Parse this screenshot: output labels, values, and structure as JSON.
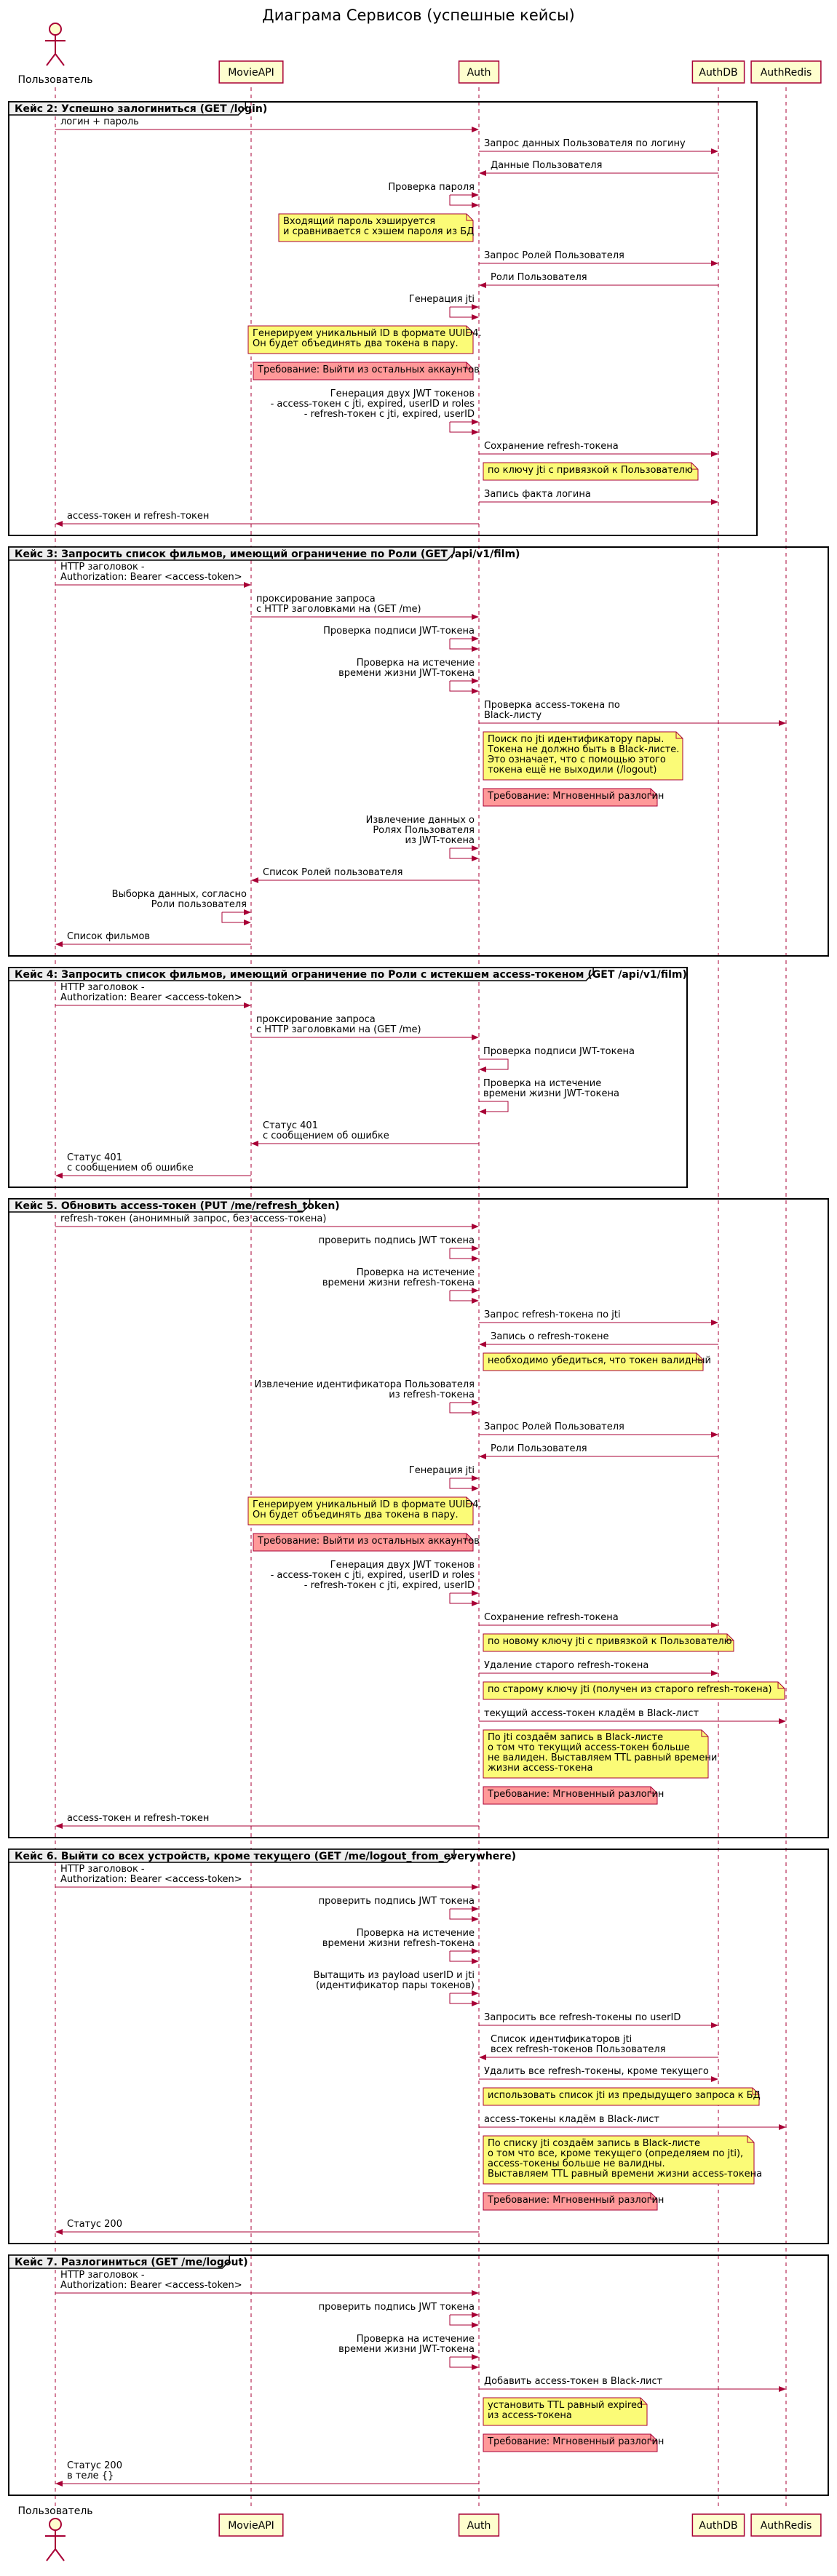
{
  "title": "Диаграма Сервисов (успешные кейсы)",
  "colors": {
    "line": "#A80036",
    "participant_fill": "#FEFECE",
    "note_yellow": "#FBFB77",
    "note_red": "#FF9999",
    "group_tab": "#EEEEEE"
  },
  "participants": [
    {
      "id": "user",
      "label": "Пользователь",
      "kind": "actor"
    },
    {
      "id": "movie",
      "label": "MovieAPI",
      "kind": "box"
    },
    {
      "id": "auth",
      "label": "Auth",
      "kind": "box"
    },
    {
      "id": "db",
      "label": "AuthDB",
      "kind": "box"
    },
    {
      "id": "redis",
      "label": "AuthRedis",
      "kind": "box"
    }
  ],
  "groups": [
    {
      "title": "Кейс 2: Успешно залогиниться (GET /login)",
      "items": [
        {
          "t": "m",
          "from": "user",
          "to": "auth",
          "text": [
            "логин + пароль"
          ]
        },
        {
          "t": "m",
          "from": "auth",
          "to": "db",
          "text": [
            "Запрос данных Пользователя по логину"
          ]
        },
        {
          "t": "m",
          "from": "db",
          "to": "auth",
          "text": [
            "Данные Пользователя"
          ]
        },
        {
          "t": "s",
          "at": "auth",
          "text": [
            "Проверка пароля"
          ]
        },
        {
          "t": "n",
          "side": "left",
          "color": "yellow",
          "text": [
            "Входящий пароль хэшируется",
            "и сравнивается с хэшем пароля из БД"
          ]
        },
        {
          "t": "m",
          "from": "auth",
          "to": "db",
          "text": [
            "Запрос Ролей Пользователя"
          ]
        },
        {
          "t": "m",
          "from": "db",
          "to": "auth",
          "text": [
            "Роли Пользователя"
          ]
        },
        {
          "t": "s",
          "at": "auth",
          "text": [
            "Генерация jti"
          ]
        },
        {
          "t": "n",
          "side": "left",
          "color": "yellow",
          "text": [
            "Генерируем уникальный ID в формате UUID4.",
            "Он будет объединять два токена в пару."
          ]
        },
        {
          "t": "n",
          "side": "left",
          "color": "red",
          "text": [
            "Требование: Выйти из остальных аккаунтов"
          ]
        },
        {
          "t": "s",
          "at": "auth",
          "text": [
            "Генерация двух JWT токенов",
            "  - access-токен с jti, expired, userID и roles",
            "  - refresh-токен с jti, expired, userID"
          ]
        },
        {
          "t": "m",
          "from": "auth",
          "to": "db",
          "text": [
            "Сохранение refresh-токена"
          ]
        },
        {
          "t": "n",
          "side": "right",
          "color": "yellow",
          "text": [
            "по ключу jti с привязкой к Пользователю"
          ]
        },
        {
          "t": "m",
          "from": "auth",
          "to": "db",
          "text": [
            "Запись факта логина"
          ]
        },
        {
          "t": "m",
          "from": "auth",
          "to": "user",
          "text": [
            "access-токен и refresh-токен"
          ]
        }
      ]
    },
    {
      "title": "Кейс 3: Запросить список фильмов, имеющий ограничение по Роли (GET /api/v1/film)",
      "items": [
        {
          "t": "m",
          "from": "user",
          "to": "movie",
          "text": [
            "HTTP заголовок -",
            "Authorization: Bearer <access-token>"
          ]
        },
        {
          "t": "m",
          "from": "movie",
          "to": "auth",
          "text": [
            "проксирование запроса",
            "с HTTP заголовками на (GET /me)"
          ]
        },
        {
          "t": "s",
          "at": "auth",
          "text": [
            "Проверка подписи JWT-токена"
          ]
        },
        {
          "t": "s",
          "at": "auth",
          "text": [
            "Проверка на истечение",
            "времени жизни JWT-токена"
          ]
        },
        {
          "t": "m",
          "from": "auth",
          "to": "redis",
          "text": [
            "Проверка access-токена по",
            "Black-листу"
          ]
        },
        {
          "t": "n",
          "side": "right",
          "color": "yellow",
          "text": [
            "Поиск по jti идентификатору пары.",
            "Токена не должно быть в Black-листе.",
            "Это означает, что с помощью этого",
            "токена ещё не выходили (/logout)"
          ]
        },
        {
          "t": "n",
          "side": "right",
          "color": "red",
          "text": [
            "Требование: Мгновенный разлогин"
          ]
        },
        {
          "t": "s",
          "at": "auth",
          "text": [
            "Извлечение данных о",
            "Ролях Пользователя",
            "из JWT-токена"
          ]
        },
        {
          "t": "m",
          "from": "auth",
          "to": "movie",
          "text": [
            "Список Ролей пользователя"
          ]
        },
        {
          "t": "s",
          "at": "movie",
          "text": [
            "Выборка данных, согласно",
            "Роли пользователя"
          ]
        },
        {
          "t": "m",
          "from": "movie",
          "to": "user",
          "text": [
            "Список фильмов"
          ]
        }
      ]
    },
    {
      "title": "Кейс 4: Запросить список фильмов, имеющий ограничение по Роли с истекшем access-токеном (GET /api/v1/film)",
      "items": [
        {
          "t": "m",
          "from": "user",
          "to": "movie",
          "text": [
            "HTTP заголовок -",
            "Authorization: Bearer <access-token>"
          ]
        },
        {
          "t": "m",
          "from": "movie",
          "to": "auth",
          "text": [
            "проксирование запроса",
            "с HTTP заголовками на (GET /me)"
          ]
        },
        {
          "t": "s",
          "at": "auth",
          "dir": "right",
          "text": [
            "Проверка подписи JWT-токена"
          ]
        },
        {
          "t": "s",
          "at": "auth",
          "dir": "right",
          "text": [
            "Проверка на истечение",
            "времени жизни JWT-токена"
          ]
        },
        {
          "t": "m",
          "from": "auth",
          "to": "movie",
          "text": [
            "Статус 401",
            "с сообщением об ошибке"
          ]
        },
        {
          "t": "m",
          "from": "movie",
          "to": "user",
          "text": [
            "Статус 401",
            "с сообщением об ошибке"
          ]
        }
      ]
    },
    {
      "title": "Кейс 5. Обновить access-токен (PUT /me/refresh_token)",
      "items": [
        {
          "t": "m",
          "from": "user",
          "to": "auth",
          "text": [
            "refresh-токен (анонимный запрос, без access-токена)"
          ]
        },
        {
          "t": "s",
          "at": "auth",
          "text": [
            "проверить подпись JWT токена"
          ]
        },
        {
          "t": "s",
          "at": "auth",
          "text": [
            "Проверка на истечение",
            "времени жизни refresh-токена"
          ]
        },
        {
          "t": "m",
          "from": "auth",
          "to": "db",
          "text": [
            "Запрос refresh-токена по jti"
          ]
        },
        {
          "t": "m",
          "from": "db",
          "to": "auth",
          "text": [
            "Запись о refresh-токене"
          ]
        },
        {
          "t": "n",
          "side": "right",
          "color": "yellow",
          "text": [
            "необходимо убедиться, что токен валидный"
          ]
        },
        {
          "t": "s",
          "at": "auth",
          "text": [
            "Извлечение идентификатора Пользователя",
            "из refresh-токена"
          ]
        },
        {
          "t": "m",
          "from": "auth",
          "to": "db",
          "text": [
            "Запрос Ролей Пользователя"
          ]
        },
        {
          "t": "m",
          "from": "db",
          "to": "auth",
          "text": [
            "Роли Пользователя"
          ]
        },
        {
          "t": "s",
          "at": "auth",
          "text": [
            "Генерация jti"
          ]
        },
        {
          "t": "n",
          "side": "left",
          "color": "yellow",
          "text": [
            "Генерируем уникальный ID в формате UUID4.",
            "Он будет объединять два токена в пару."
          ]
        },
        {
          "t": "n",
          "side": "left",
          "color": "red",
          "text": [
            "Требование: Выйти из остальных аккаунтов"
          ]
        },
        {
          "t": "s",
          "at": "auth",
          "text": [
            "Генерация двух JWT токенов",
            "  - access-токен с jti, expired, userID и roles",
            "  - refresh-токен с jti, expired, userID"
          ]
        },
        {
          "t": "m",
          "from": "auth",
          "to": "db",
          "text": [
            "Сохранение refresh-токена"
          ]
        },
        {
          "t": "n",
          "side": "right",
          "color": "yellow",
          "text": [
            "по новому ключу jti с привязкой к Пользователю"
          ]
        },
        {
          "t": "m",
          "from": "auth",
          "to": "db",
          "text": [
            "Удаление старого refresh-токена"
          ]
        },
        {
          "t": "n",
          "side": "right",
          "color": "yellow",
          "text": [
            "по старому ключу jti (получен из старого refresh-токена)"
          ]
        },
        {
          "t": "m",
          "from": "auth",
          "to": "redis",
          "text": [
            "текущий access-токен кладём в Black-лист"
          ]
        },
        {
          "t": "n",
          "side": "right",
          "color": "yellow",
          "text": [
            "По jti создаём запись в Black-листе",
            "о том что текущий access-токен больше",
            "не валиден. Выставляем TTL равный времени",
            "жизни access-токена"
          ]
        },
        {
          "t": "n",
          "side": "right",
          "color": "red",
          "text": [
            "Требование: Мгновенный разлогин"
          ]
        },
        {
          "t": "m",
          "from": "auth",
          "to": "user",
          "text": [
            "access-токен и refresh-токен"
          ]
        }
      ]
    },
    {
      "title": "Кейс 6. Выйти со всех устройств, кроме текущего (GET /me/logout_from_everywhere)",
      "items": [
        {
          "t": "m",
          "from": "user",
          "to": "auth",
          "text": [
            "HTTP заголовок -",
            "Authorization: Bearer <access-token>"
          ]
        },
        {
          "t": "s",
          "at": "auth",
          "text": [
            "проверить подпись JWT токена"
          ]
        },
        {
          "t": "s",
          "at": "auth",
          "text": [
            "Проверка на истечение",
            "времени жизни refresh-токена"
          ]
        },
        {
          "t": "s",
          "at": "auth",
          "text": [
            "Вытащить из payload userID и jti",
            "(идентификатор пары токенов)"
          ]
        },
        {
          "t": "m",
          "from": "auth",
          "to": "db",
          "text": [
            "Запросить все refresh-токены по userID"
          ]
        },
        {
          "t": "m",
          "from": "db",
          "to": "auth",
          "text": [
            "Список идентификаторов jti",
            "всех refresh-токенов Пользователя"
          ]
        },
        {
          "t": "m",
          "from": "auth",
          "to": "db",
          "text": [
            "Удалить все refresh-токены, кроме текущего"
          ]
        },
        {
          "t": "n",
          "side": "right",
          "color": "yellow",
          "text": [
            "использовать список jti из предыдущего запроса к БД"
          ]
        },
        {
          "t": "m",
          "from": "auth",
          "to": "redis",
          "text": [
            "access-токены кладём в Black-лист"
          ]
        },
        {
          "t": "n",
          "side": "right",
          "color": "yellow",
          "text": [
            "По списку jti создаём запись в Black-листе",
            "о том что все, кроме текущего (определяем по jti),",
            "access-токены больше не валидны.",
            "Выставляем TTL равный времени жизни access-токена"
          ]
        },
        {
          "t": "n",
          "side": "right",
          "color": "red",
          "text": [
            "Требование: Мгновенный разлогин"
          ]
        },
        {
          "t": "m",
          "from": "auth",
          "to": "user",
          "text": [
            "Статус 200"
          ]
        }
      ]
    },
    {
      "title": "Кейс 7. Разлогиниться (GET /me/logout)",
      "items": [
        {
          "t": "m",
          "from": "user",
          "to": "auth",
          "text": [
            "HTTP заголовок -",
            "Authorization: Bearer <access-token>"
          ]
        },
        {
          "t": "s",
          "at": "auth",
          "text": [
            "проверить подпись JWT токена"
          ]
        },
        {
          "t": "s",
          "at": "auth",
          "text": [
            "Проверка на истечение",
            "времени жизни JWT-токена"
          ]
        },
        {
          "t": "m",
          "from": "auth",
          "to": "redis",
          "text": [
            "Добавить access-токен в Black-лист"
          ]
        },
        {
          "t": "n",
          "side": "right",
          "color": "yellow",
          "text": [
            "установить TTL равный expired",
            "из access-токена"
          ]
        },
        {
          "t": "n",
          "side": "right",
          "color": "red",
          "text": [
            "Требование: Мгновенный разлогин"
          ]
        },
        {
          "t": "m",
          "from": "auth",
          "to": "user",
          "text": [
            "Статус 200",
            "в теле {}"
          ]
        }
      ]
    }
  ]
}
